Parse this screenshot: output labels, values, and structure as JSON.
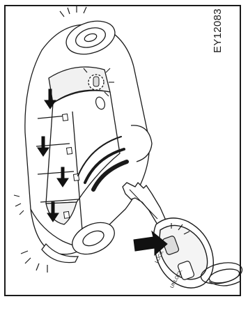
{
  "figure": {
    "code": "EY12083"
  },
  "key_fob": {
    "lock_button_label": "LOCK",
    "unlock_button_label": "UNLOCK"
  },
  "colors": {
    "outline": "#1a1a1a",
    "fill": "#ffffff",
    "shade": "#dcdcdc",
    "arrow": "#111111"
  }
}
